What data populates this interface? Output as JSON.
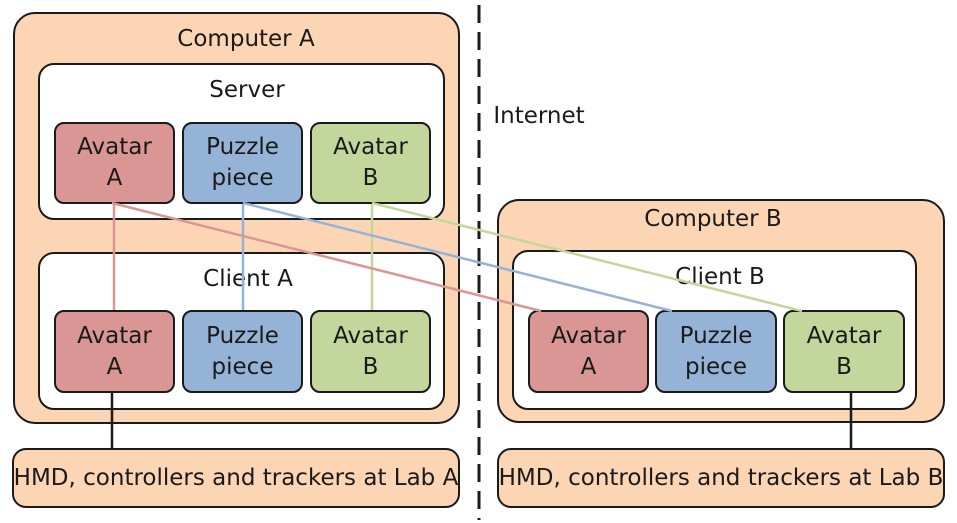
{
  "internet_label": "Internet",
  "computer_a": {
    "title": "Computer A",
    "server": {
      "title": "Server",
      "boxes": [
        {
          "line1": "Avatar",
          "line2": "A"
        },
        {
          "line1": "Puzzle",
          "line2": "piece"
        },
        {
          "line1": "Avatar",
          "line2": "B"
        }
      ]
    },
    "client": {
      "title": "Client A",
      "boxes": [
        {
          "line1": "Avatar",
          "line2": "A"
        },
        {
          "line1": "Puzzle",
          "line2": "piece"
        },
        {
          "line1": "Avatar",
          "line2": "B"
        }
      ]
    },
    "lab": "HMD, controllers and trackers at Lab A"
  },
  "computer_b": {
    "title": "Computer B",
    "client": {
      "title": "Client B",
      "boxes": [
        {
          "line1": "Avatar",
          "line2": "A"
        },
        {
          "line1": "Puzzle",
          "line2": "piece"
        },
        {
          "line1": "Avatar",
          "line2": "B"
        }
      ]
    },
    "lab": "HMD, controllers and trackers at Lab B"
  },
  "colors": {
    "avatar_a": "#d99694",
    "puzzle_piece": "#95b3d7",
    "avatar_b": "#c3d69b",
    "computer": "#fcd5b5"
  }
}
